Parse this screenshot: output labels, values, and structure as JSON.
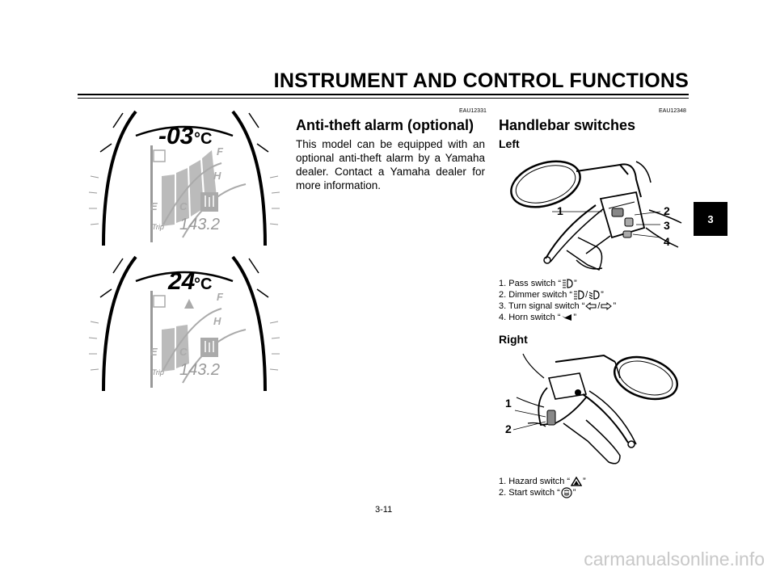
{
  "header": {
    "title": "INSTRUMENT AND CONTROL FUNCTIONS"
  },
  "chapter_tab": "3",
  "gauges": [
    {
      "temperature": "-03",
      "unit": "°C",
      "trip_label": "Trip",
      "trip_value": "143.2",
      "fuel_full": "F",
      "fuel_empty": "E",
      "temp_hot": "H",
      "temp_cold": "C"
    },
    {
      "temperature": "24",
      "unit": "°C",
      "trip_label": "Trip",
      "trip_value": "143.2",
      "fuel_full": "F",
      "fuel_empty": "E",
      "temp_hot": "H",
      "temp_cold": "C"
    }
  ],
  "anti_theft": {
    "code": "EAU12331",
    "title": "Anti-theft alarm (optional)",
    "body": "This model can be equipped with an optional anti-theft alarm by a Yamaha dealer. Contact a Yamaha dealer for more information."
  },
  "handlebar": {
    "code": "EAU12348",
    "title": "Handlebar switches",
    "left": {
      "subtitle": "Left",
      "callouts": [
        "1",
        "2",
        "3",
        "4"
      ],
      "captions": [
        {
          "pre": "1. Pass switch “",
          "post": "”"
        },
        {
          "pre": "2. Dimmer switch “",
          "mid": "/",
          "post": "”"
        },
        {
          "pre": "3. Turn signal switch “",
          "mid": "/",
          "post": "”"
        },
        {
          "pre": "4. Horn switch “",
          "post": "”"
        }
      ]
    },
    "right": {
      "subtitle": "Right",
      "callouts": [
        "1",
        "2"
      ],
      "captions": [
        {
          "pre": "1. Hazard switch “",
          "post": "”"
        },
        {
          "pre": "2. Start switch “",
          "post": "”"
        }
      ]
    }
  },
  "page_number": "3-11",
  "watermark": "carmanualsonline.info"
}
